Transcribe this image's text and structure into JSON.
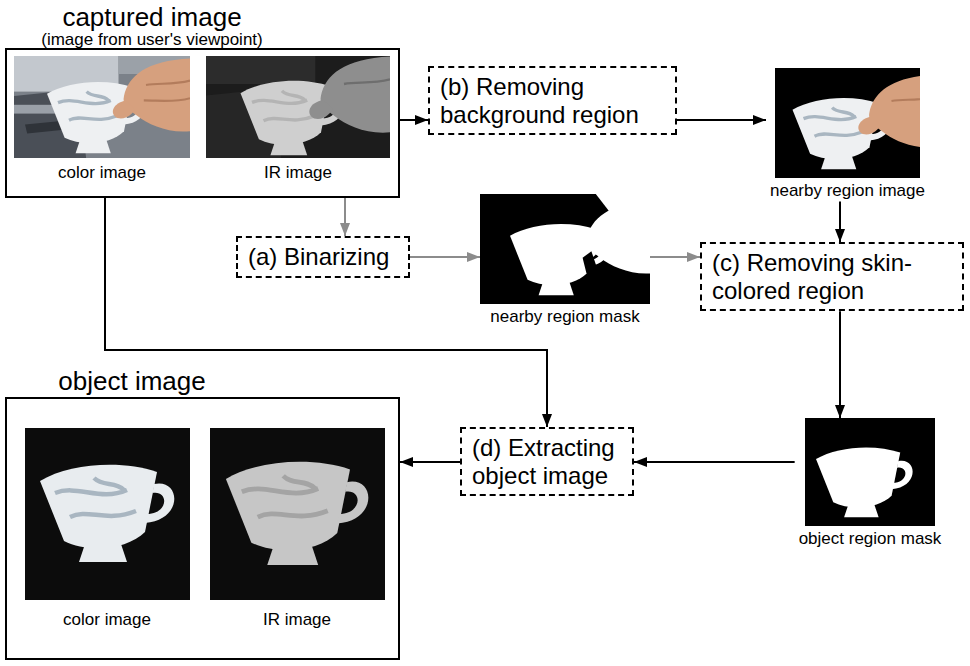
{
  "diagram": {
    "nodes": [
      {
        "text": [
          "captured image",
          "(image from user's viewpoint)"
        ]
      },
      {
        "text": [
          "(b) Removing background region"
        ]
      },
      {
        "text": [
          "nearby region image"
        ]
      },
      {
        "text": [
          "(a) Binarizing"
        ]
      },
      {
        "text": [
          "nearby region mask"
        ]
      },
      {
        "text": [
          "(c) Removing skin-colored region"
        ]
      },
      {
        "text": [
          "object image"
        ]
      },
      {
        "text": [
          "(d) Extracting object image"
        ]
      },
      {
        "text": [
          "object region mask"
        ]
      }
    ],
    "edges": [
      {
        "from": 0,
        "to": 1,
        "arrow": "to"
      },
      {
        "from": 1,
        "to": 2,
        "arrow": "to"
      },
      {
        "from": 0,
        "to": 3,
        "arrow": "to"
      },
      {
        "from": 2,
        "to": 5,
        "arrow": "to"
      },
      {
        "from": 3,
        "to": 4,
        "arrow": "to"
      },
      {
        "from": 4,
        "to": 5,
        "arrow": "to"
      },
      {
        "from": 5,
        "to": 8,
        "arrow": "to"
      },
      {
        "from": 8,
        "to": 7,
        "arrow": "to"
      },
      {
        "from": 0,
        "to": 7,
        "arrow": "to"
      },
      {
        "from": 7,
        "to": 6,
        "arrow": "to"
      }
    ],
    "labels": [
      "color image",
      "IR image",
      "color image",
      "IR image"
    ]
  }
}
